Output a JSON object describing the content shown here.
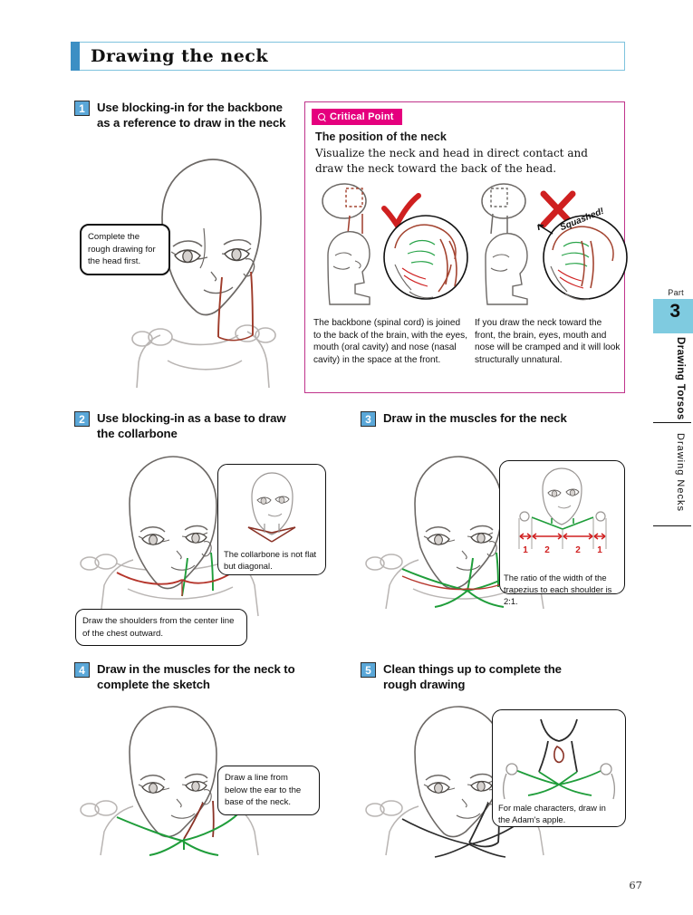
{
  "page": {
    "title": "Drawing the neck",
    "page_number": "67"
  },
  "sidebar": {
    "part_word": "Part",
    "part_number": "3",
    "part_label": "Drawing Torsos",
    "section_label": "Drawing Necks"
  },
  "critical_point": {
    "tag": "Critical Point",
    "subtitle": "The position of the neck",
    "body": "Visualize the neck and head in direct contact and draw the neck toward the back of the head.",
    "annotation_squashed": "Squashed!",
    "caption_left": "The backbone (spinal cord) is joined to the back of the brain, with the eyes, mouth (oral cavity) and nose (nasal cavity) in the space at the front.",
    "caption_right": "If you draw the neck toward the front, the brain, eyes, mouth and nose will be cramped and it will look structurally unnatural."
  },
  "steps": [
    {
      "number": "1",
      "title": "Use blocking-in for the backbone as a reference to draw in the neck",
      "bubble": "Complete the rough drawing for the head first."
    },
    {
      "number": "2",
      "title": "Use blocking-in as a base to draw the collarbone",
      "inset_caption": "The collarbone is not flat but diagonal.",
      "bubble": "Draw the shoulders from the center line of the chest outward."
    },
    {
      "number": "3",
      "title": "Draw in the muscles for the neck",
      "inset_caption": "The ratio of the width of the trapezius to each shoulder is 2:1.",
      "ratio_labels": [
        "1",
        "2",
        "2",
        "1"
      ]
    },
    {
      "number": "4",
      "title": "Draw in the muscles for the neck to complete the sketch",
      "bubble": "Draw a line from below the ear to the base of the neck."
    },
    {
      "number": "5",
      "title": "Clean things up to complete the rough drawing",
      "inset_caption": "For male characters, draw in the Adam's apple."
    }
  ],
  "colors": {
    "accent_blue": "#5aa7d8",
    "header_bar": "#3c8fc4",
    "magenta": "#e5007e",
    "magenta_border": "#c0338b",
    "sidebar_tab": "#7fcbe0",
    "check_red": "#cf2020",
    "sketch_gray": "#b9b5b3",
    "muscle_green": "#1f9d3a",
    "bone_red": "#9e3b2a"
  }
}
